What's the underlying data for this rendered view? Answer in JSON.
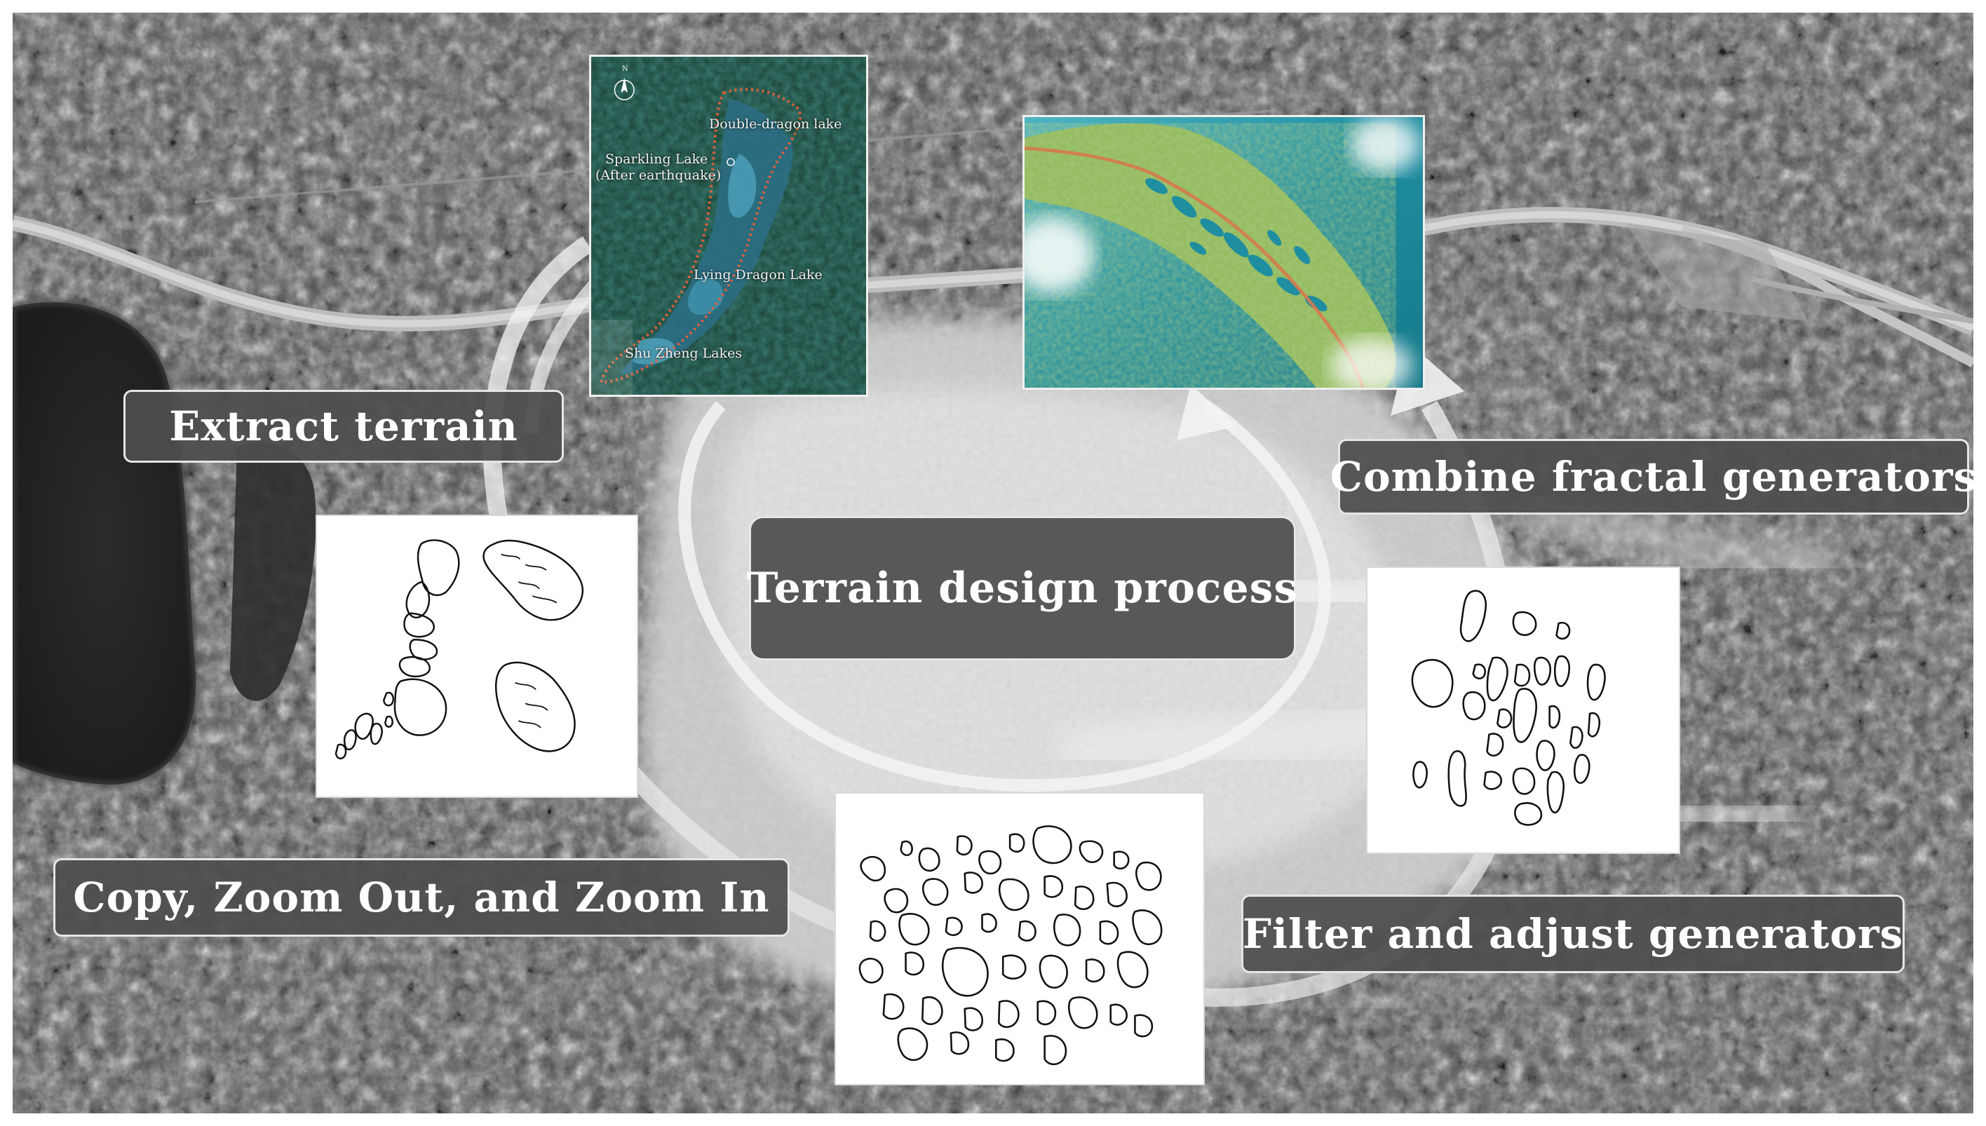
{
  "diagram": {
    "center_label": "Terrain design process",
    "steps": [
      {
        "id": "extract",
        "label": "Extract terrain"
      },
      {
        "id": "copy",
        "label": "Copy, Zoom Out, and Zoom In"
      },
      {
        "id": "filter",
        "label": "Filter and adjust generators"
      },
      {
        "id": "combine",
        "label": "Combine fractal generators"
      }
    ],
    "site_map": {
      "compass": "N",
      "labels": [
        {
          "id": "double-dragon",
          "text": "Double-dragon lake"
        },
        {
          "id": "sparkling",
          "text": "Sparkling Lake"
        },
        {
          "id": "after-quake",
          "text": "(After earthquake)"
        },
        {
          "id": "lying-dragon",
          "text": "Lying Dragon Lake"
        },
        {
          "id": "shu-zheng",
          "text": "Shu Zheng Lakes"
        }
      ]
    },
    "colors": {
      "box_fill": "#4e4e4e",
      "box_border": "#e6e6e6",
      "arrow": "#f0f0f0",
      "route": "#e0603a",
      "lake": "#1f8ea0",
      "vegetation": "#8eb85a"
    }
  }
}
